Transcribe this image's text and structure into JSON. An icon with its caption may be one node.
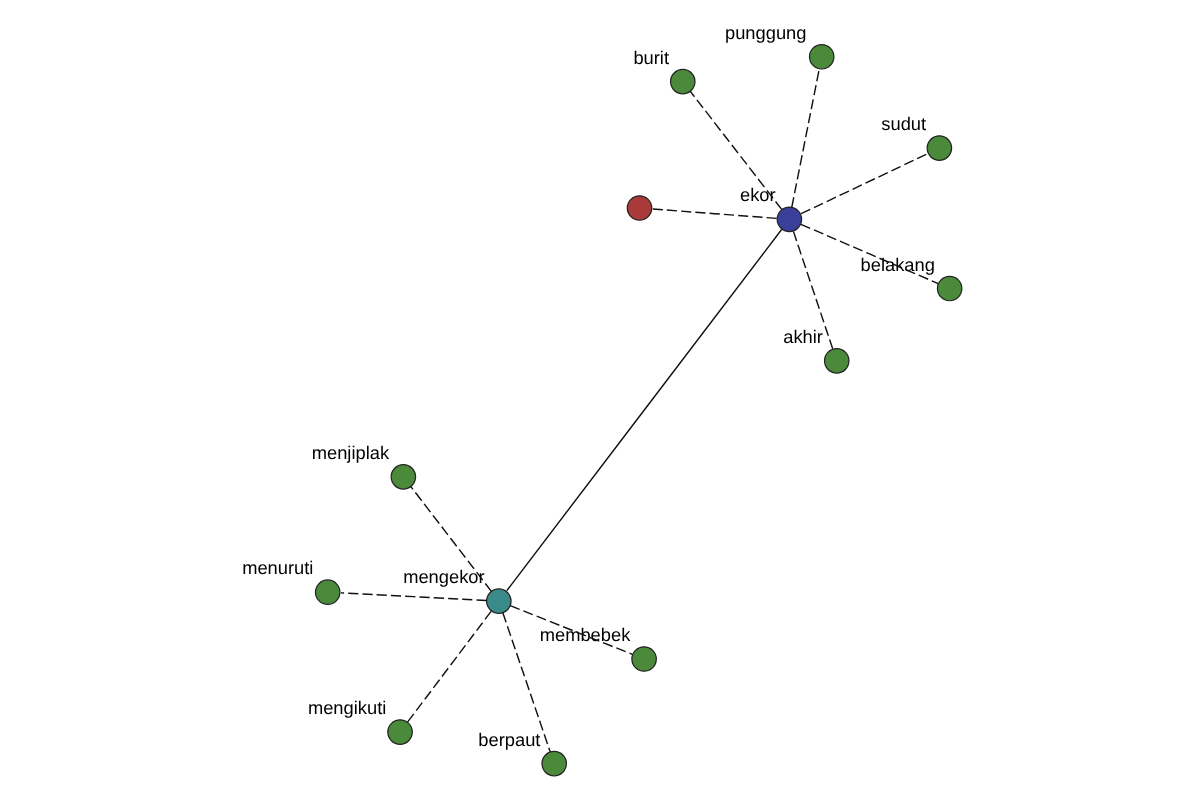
{
  "diagram": {
    "nodes": [
      {
        "text": [],
        "shape": "circle"
      },
      {
        "text": [],
        "shape": "circle",
        "beside": [
          "belakang"
        ]
      },
      {
        "text": [],
        "shape": "circle",
        "beside": [
          "burit"
        ]
      },
      {
        "text": [],
        "shape": "circle",
        "beside": [
          "punggung"
        ]
      },
      {
        "text": [],
        "shape": "circle",
        "beside": [
          "sudut"
        ]
      },
      {
        "text": [],
        "shape": "circle",
        "beside": [
          "ekor"
        ]
      },
      {
        "text": [],
        "shape": "circle",
        "beside": [
          "akhir"
        ]
      },
      {
        "text": [],
        "shape": "circle",
        "beside": [
          "menjiplak"
        ]
      },
      {
        "text": [],
        "shape": "circle",
        "beside": [
          "mengekor"
        ]
      },
      {
        "text": [],
        "shape": "circle",
        "beside": [
          "menuruti"
        ]
      },
      {
        "text": [],
        "shape": "circle",
        "beside": [
          "mengikuti"
        ]
      },
      {
        "text": [],
        "shape": "circle",
        "beside": [
          "membebek"
        ]
      },
      {
        "text": [],
        "shape": "circle",
        "beside": [
          "berpaut"
        ]
      }
    ],
    "edges": [
      {
        "from": 5,
        "to": 8,
        "arrow": "none"
      },
      {
        "from": 5,
        "to": 0,
        "arrow": "none",
        "style": "dashed"
      },
      {
        "from": 5,
        "to": 1,
        "arrow": "none",
        "style": "dashed"
      },
      {
        "from": 5,
        "to": 2,
        "arrow": "none",
        "style": "dashed"
      },
      {
        "from": 5,
        "to": 3,
        "arrow": "none",
        "style": "dashed"
      },
      {
        "from": 5,
        "to": 4,
        "arrow": "none",
        "style": "dashed"
      },
      {
        "from": 5,
        "to": 6,
        "arrow": "none",
        "style": "dashed"
      },
      {
        "from": 8,
        "to": 7,
        "arrow": "none",
        "style": "dashed"
      },
      {
        "from": 8,
        "to": 9,
        "arrow": "none",
        "style": "dashed"
      },
      {
        "from": 8,
        "to": 10,
        "arrow": "none",
        "style": "dashed"
      },
      {
        "from": 8,
        "to": 11,
        "arrow": "none",
        "style": "dashed"
      },
      {
        "from": 8,
        "to": 12,
        "arrow": "none",
        "style": "dashed"
      }
    ]
  }
}
